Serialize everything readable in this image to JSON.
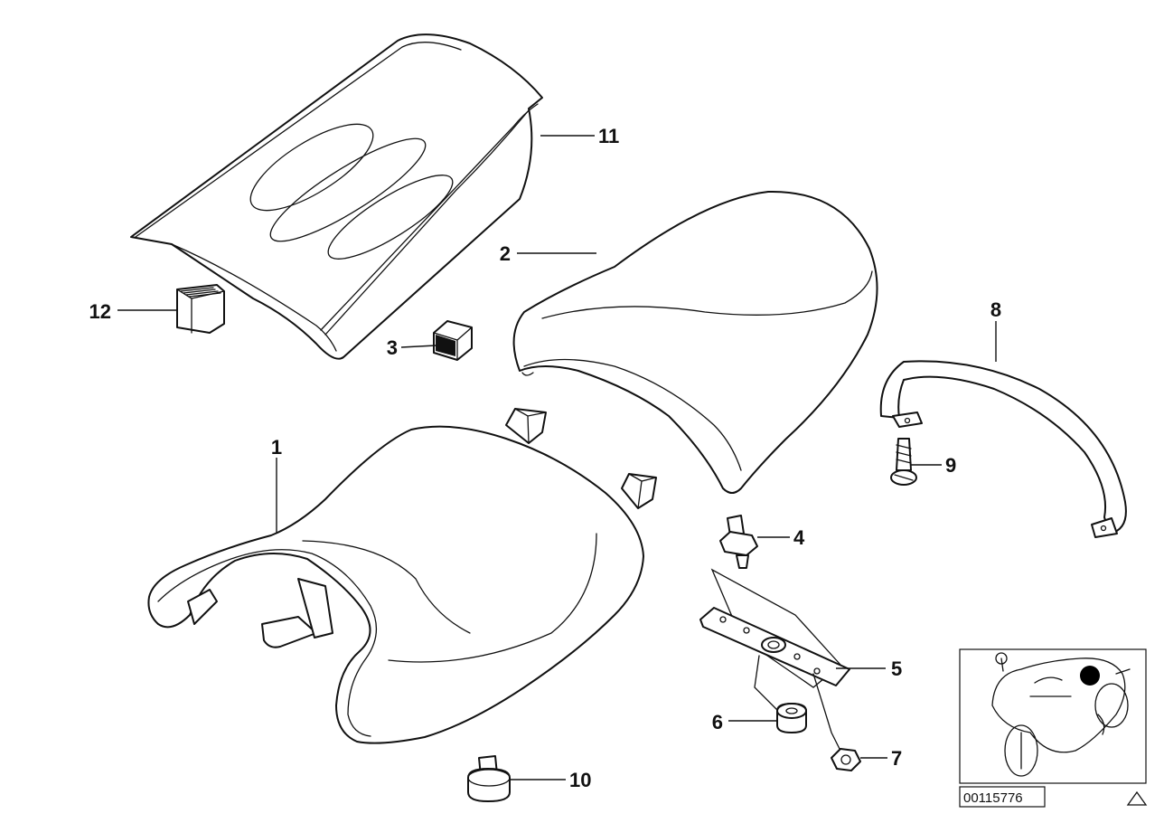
{
  "callouts": {
    "c1": "1",
    "c2": "2",
    "c3": "3",
    "c4": "4",
    "c5": "5",
    "c6": "6",
    "c7": "7",
    "c8": "8",
    "c9": "9",
    "c10": "10",
    "c11": "11",
    "c12": "12"
  },
  "reference_thumbnail": {
    "document_number": "00115776",
    "marker_color": "#000000"
  },
  "colors": {
    "line": "#111111",
    "background": "#ffffff"
  }
}
